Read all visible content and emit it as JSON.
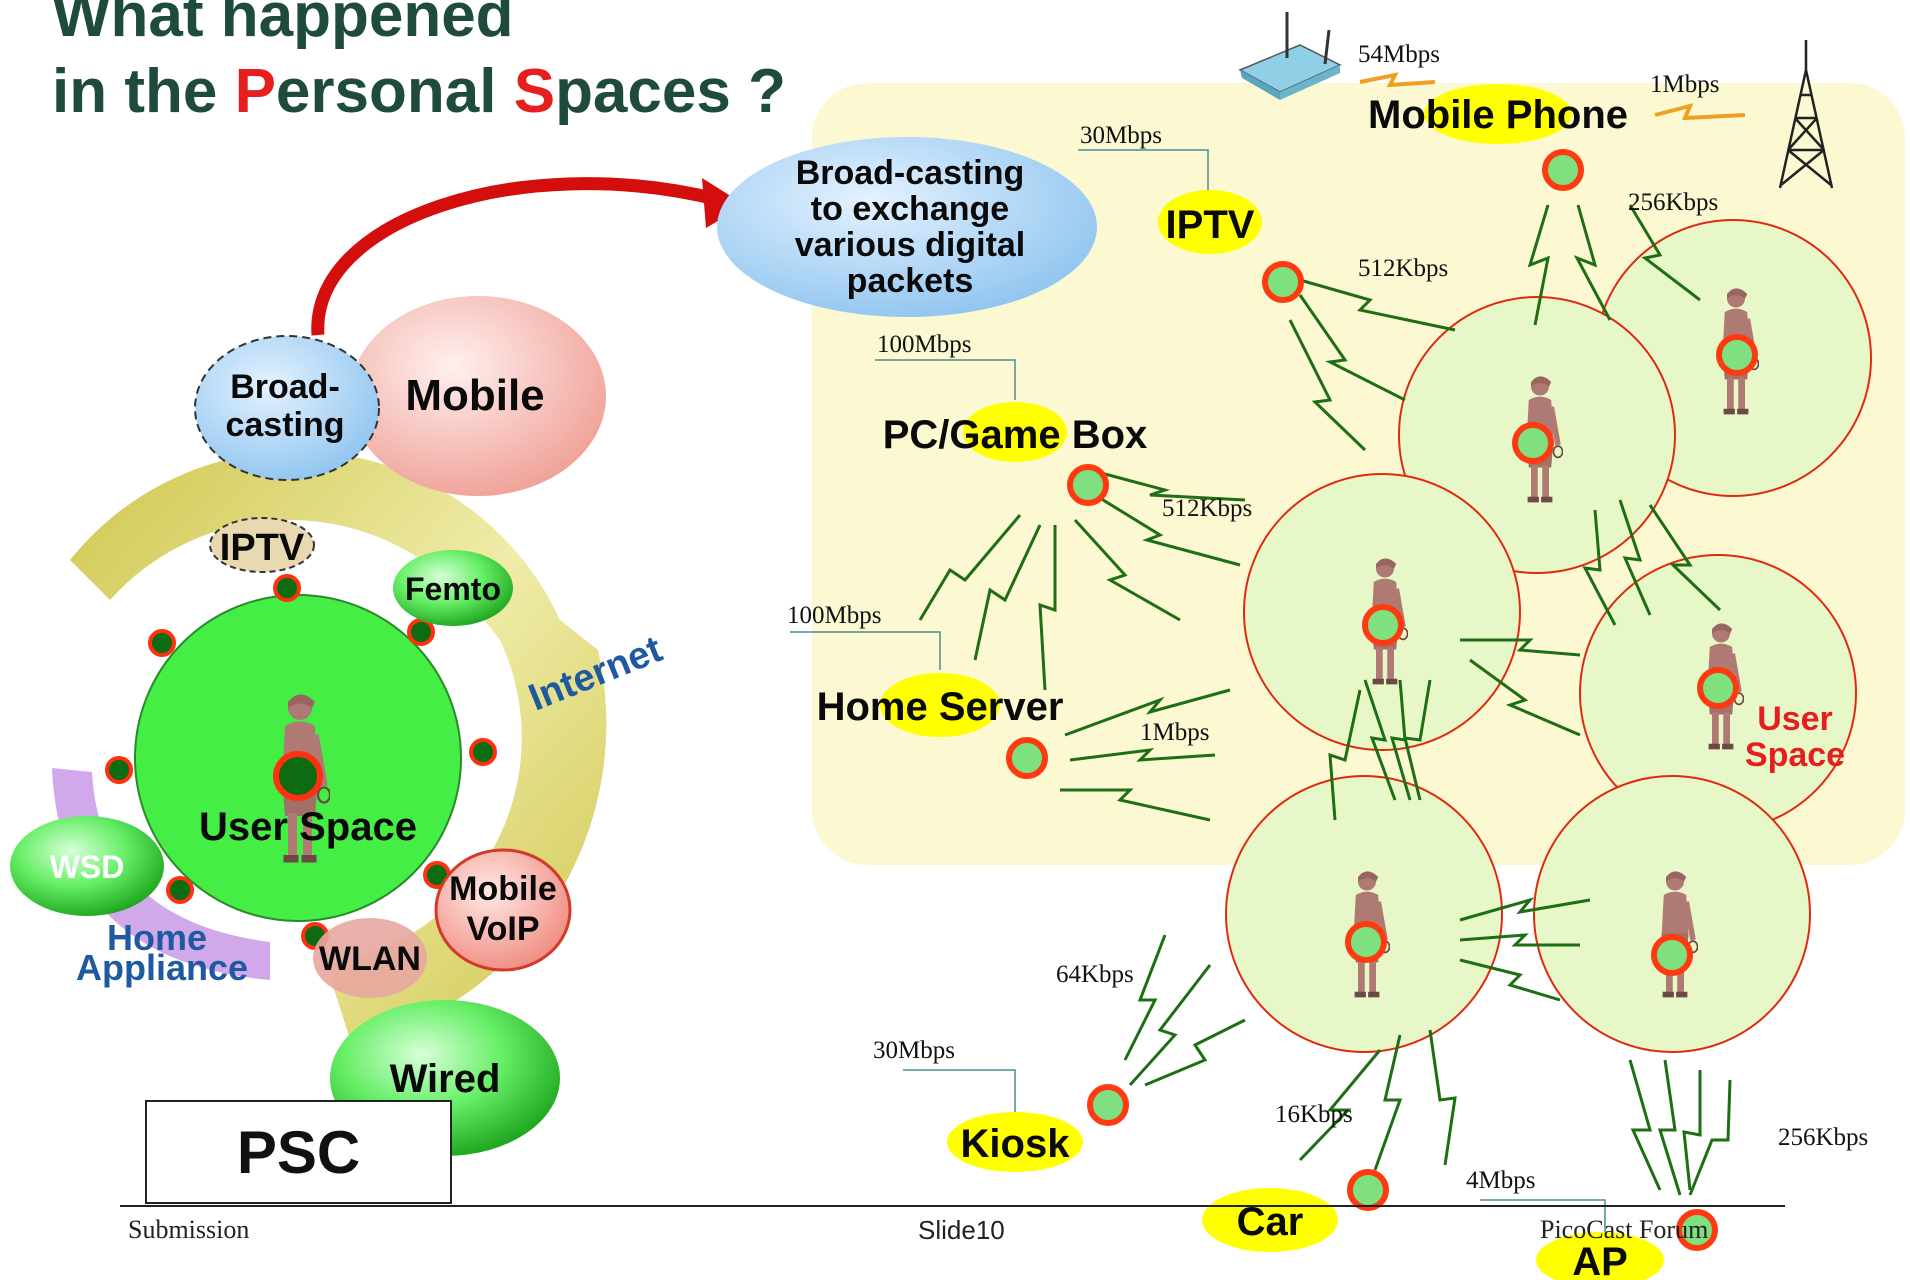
{
  "title": {
    "line1": "What happened",
    "line2_a": "in the ",
    "line2_p": "P",
    "line2_b": "ersonal ",
    "line2_s": "S",
    "line2_c": "paces ?"
  },
  "left": {
    "broadcasting_bubble": "Broad-\ncasting",
    "mobile": "Mobile",
    "iptv": "IPTV",
    "femto": "Femto",
    "internet": "Internet",
    "user_space": "User Space",
    "wsd": "WSD",
    "home_appliance_1": "Home",
    "home_appliance_2": "Appliance",
    "wlan": "WLAN",
    "mobile_voip_1": "Mobile",
    "mobile_voip_2": "VoIP",
    "wired": "Wired",
    "psc": "PSC"
  },
  "callout": {
    "l1": "Broad-casting",
    "l2": "to exchange",
    "l3": "various  digital",
    "l4": "packets"
  },
  "devices": {
    "mobile_phone": "Mobile Phone",
    "iptv": "IPTV",
    "pc_game_box": "PC/Game Box",
    "home_server": "Home Server",
    "kiosk": "Kiosk",
    "car": "Car",
    "ap": "AP",
    "user_space_1": "User",
    "user_space_2": "Space"
  },
  "rates": {
    "r54": "54Mbps",
    "r1a": "1Mbps",
    "r30a": "30Mbps",
    "r256a": "256Kbps",
    "r512a": "512Kbps",
    "r100a": "100Mbps",
    "r512b": "512Kbps",
    "r100b": "100Mbps",
    "r1b": "1Mbps",
    "r64": "64Kbps",
    "r30b": "30Mbps",
    "r16": "16Kbps",
    "r256b": "256Kbps",
    "r4": "4Mbps"
  },
  "footer": {
    "left": "Submission",
    "center": "Slide10",
    "right": "PicoCast Forum"
  },
  "colors": {
    "title": "#1f4b3a",
    "accent_red": "#e61e1e",
    "zone": "#fbf8d2",
    "bolt": "#1e6e14",
    "circle": "#e8f7c8",
    "label_yellow": "#ffff00",
    "user_green": "#44ee44"
  }
}
